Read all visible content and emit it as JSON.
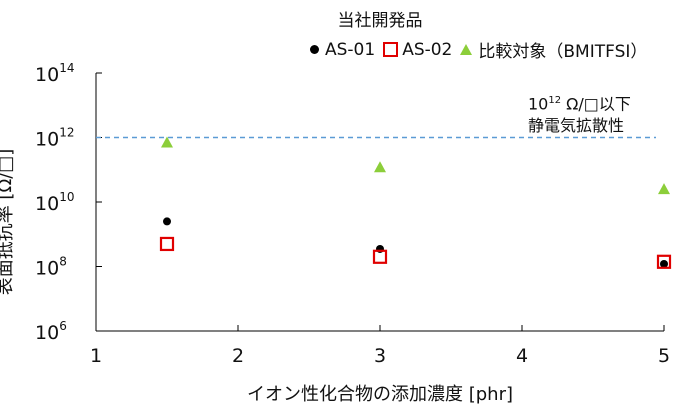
{
  "chart_data": {
    "type": "scatter",
    "legend_title": "当社開発品",
    "xlabel": "イオン性化合物の添加濃度 [phr]",
    "ylabel": "表面抵抗率 [Ω/□]",
    "xlim": [
      1,
      5
    ],
    "ylim_exp": [
      6,
      14
    ],
    "y_scale": "log",
    "x_ticks": [
      "1",
      "2",
      "3",
      "4",
      "5"
    ],
    "y_ticks": [
      {
        "base": "10",
        "exp": "6",
        "value": 6
      },
      {
        "base": "10",
        "exp": "8",
        "value": 8
      },
      {
        "base": "10",
        "exp": "10",
        "value": 10
      },
      {
        "base": "10",
        "exp": "12",
        "value": 12
      },
      {
        "base": "10",
        "exp": "14",
        "value": 14
      }
    ],
    "reference_line": {
      "log10_value": 12,
      "color": "#5b9bd5"
    },
    "annotation": {
      "base": "10",
      "exp": "12",
      "suffix": " Ω/□以下",
      "line2": "静電気拡散性"
    },
    "series": [
      {
        "name": "AS-01",
        "marker": "circle",
        "color": "#000000",
        "points": [
          [
            1.5,
            2500000000.0
          ],
          [
            3.0,
            350000000.0
          ],
          [
            5.0,
            120000000.0
          ]
        ]
      },
      {
        "name": "AS-02",
        "marker": "square",
        "color": "#e00000",
        "points": [
          [
            1.5,
            500000000.0
          ],
          [
            3.0,
            200000000.0
          ],
          [
            5.0,
            140000000.0
          ]
        ]
      },
      {
        "name": "比較対象（BMITFSI）",
        "marker": "triangle",
        "color": "#8cce3a",
        "points": [
          [
            1.5,
            700000000000.0
          ],
          [
            3.0,
            120000000000.0
          ],
          [
            5.0,
            25000000000.0
          ]
        ]
      }
    ]
  }
}
